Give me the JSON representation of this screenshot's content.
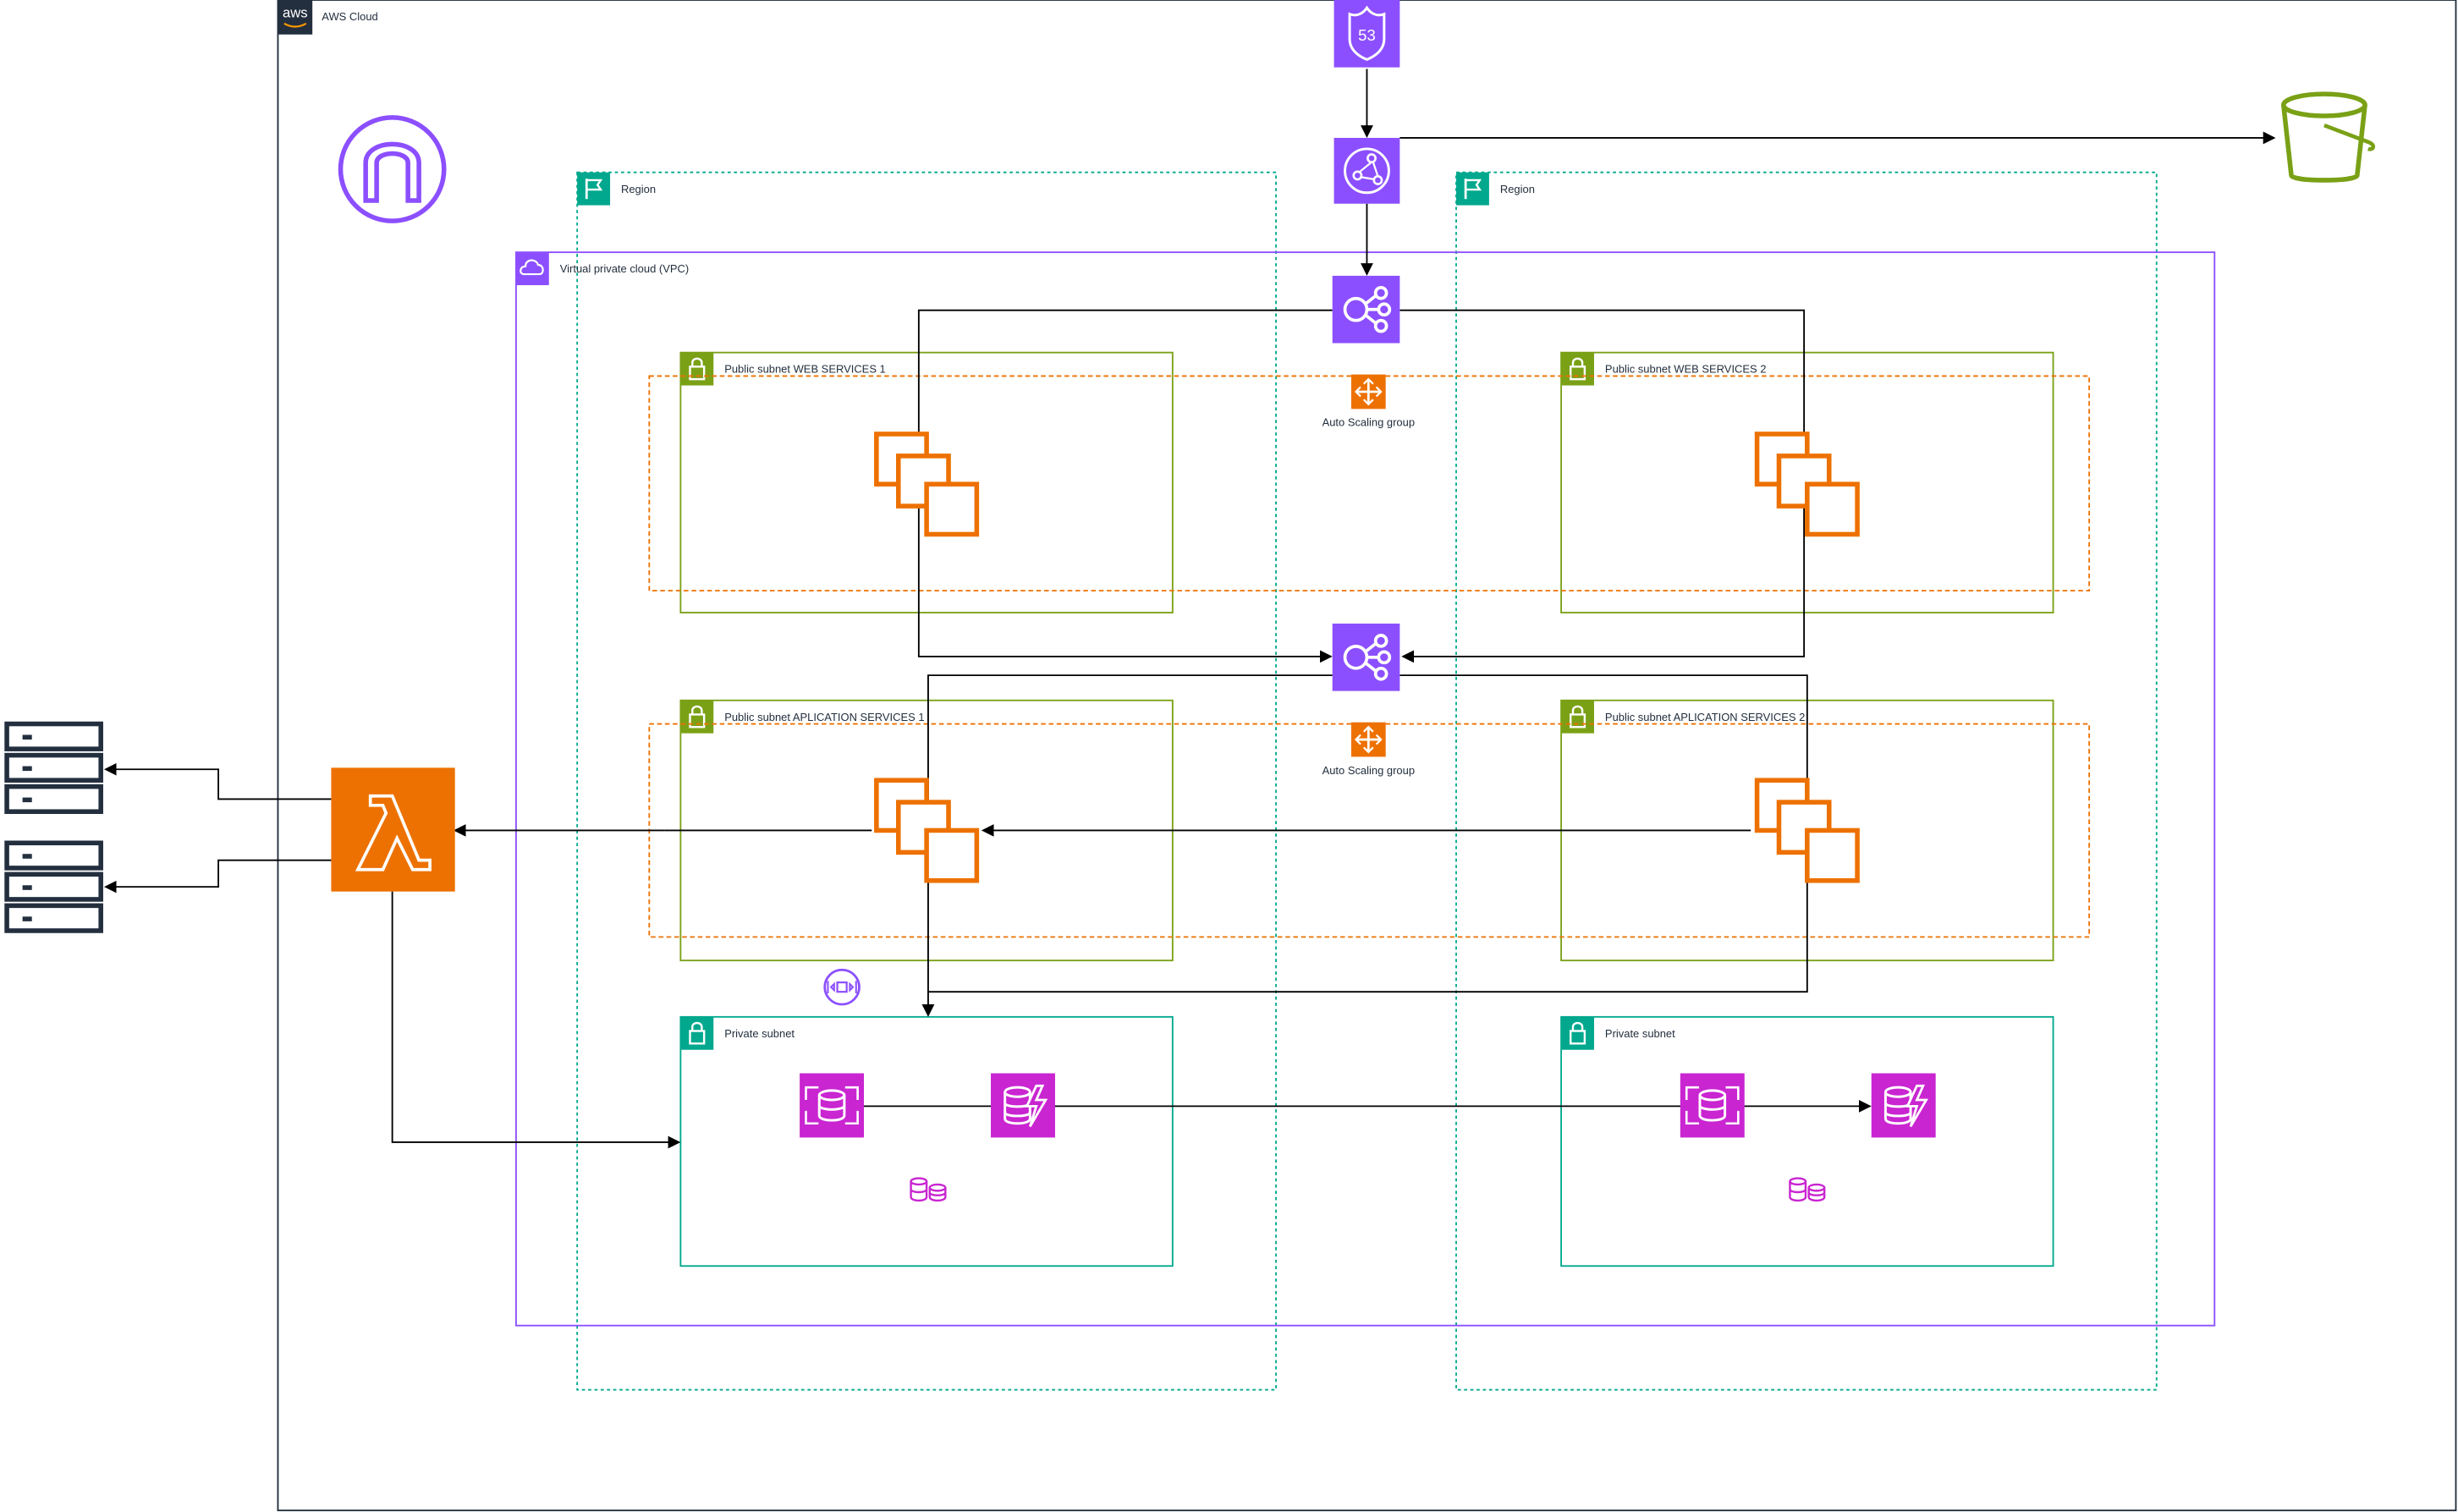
{
  "aws_cloud": {
    "label": "AWS Cloud",
    "logo_text": "aws"
  },
  "regions": [
    {
      "label": "Region"
    },
    {
      "label": "Region"
    }
  ],
  "vpc": {
    "label": "Virtual private cloud (VPC)"
  },
  "subnets": {
    "web_1": "Public subnet WEB SERVICES 1",
    "web_2": "Public subnet WEB SERVICES 2",
    "app_1": "Public subnet APLICATION SERVICES 1",
    "app_2": "Public subnet APLICATION SERVICES 2",
    "private_1": "Private subnet",
    "private_2": "Private subnet"
  },
  "auto_scaling": {
    "web_label": "Auto Scaling group",
    "app_label": "Auto Scaling group"
  },
  "route53": {
    "badge": "53"
  },
  "colors": {
    "purple": "#8c4fff",
    "orange": "#ed7100",
    "green": "#7aa116",
    "teal": "#01a88d",
    "magenta": "#c925d1",
    "frame": "#232f3e",
    "line": "#000000"
  },
  "icons": [
    "aws-logo-icon",
    "route53-icon",
    "cloudfront-icon",
    "s3-bucket-icon",
    "elastic-ip-icon",
    "elastic-load-balancer-icon",
    "auto-scaling-icon",
    "ec2-instances-icon",
    "lambda-icon",
    "server-icon",
    "vpc-endpoint-icon",
    "rds-icon",
    "elasticache-icon",
    "database-icon",
    "region-flag-icon",
    "vpc-cloud-icon",
    "subnet-lock-icon"
  ]
}
